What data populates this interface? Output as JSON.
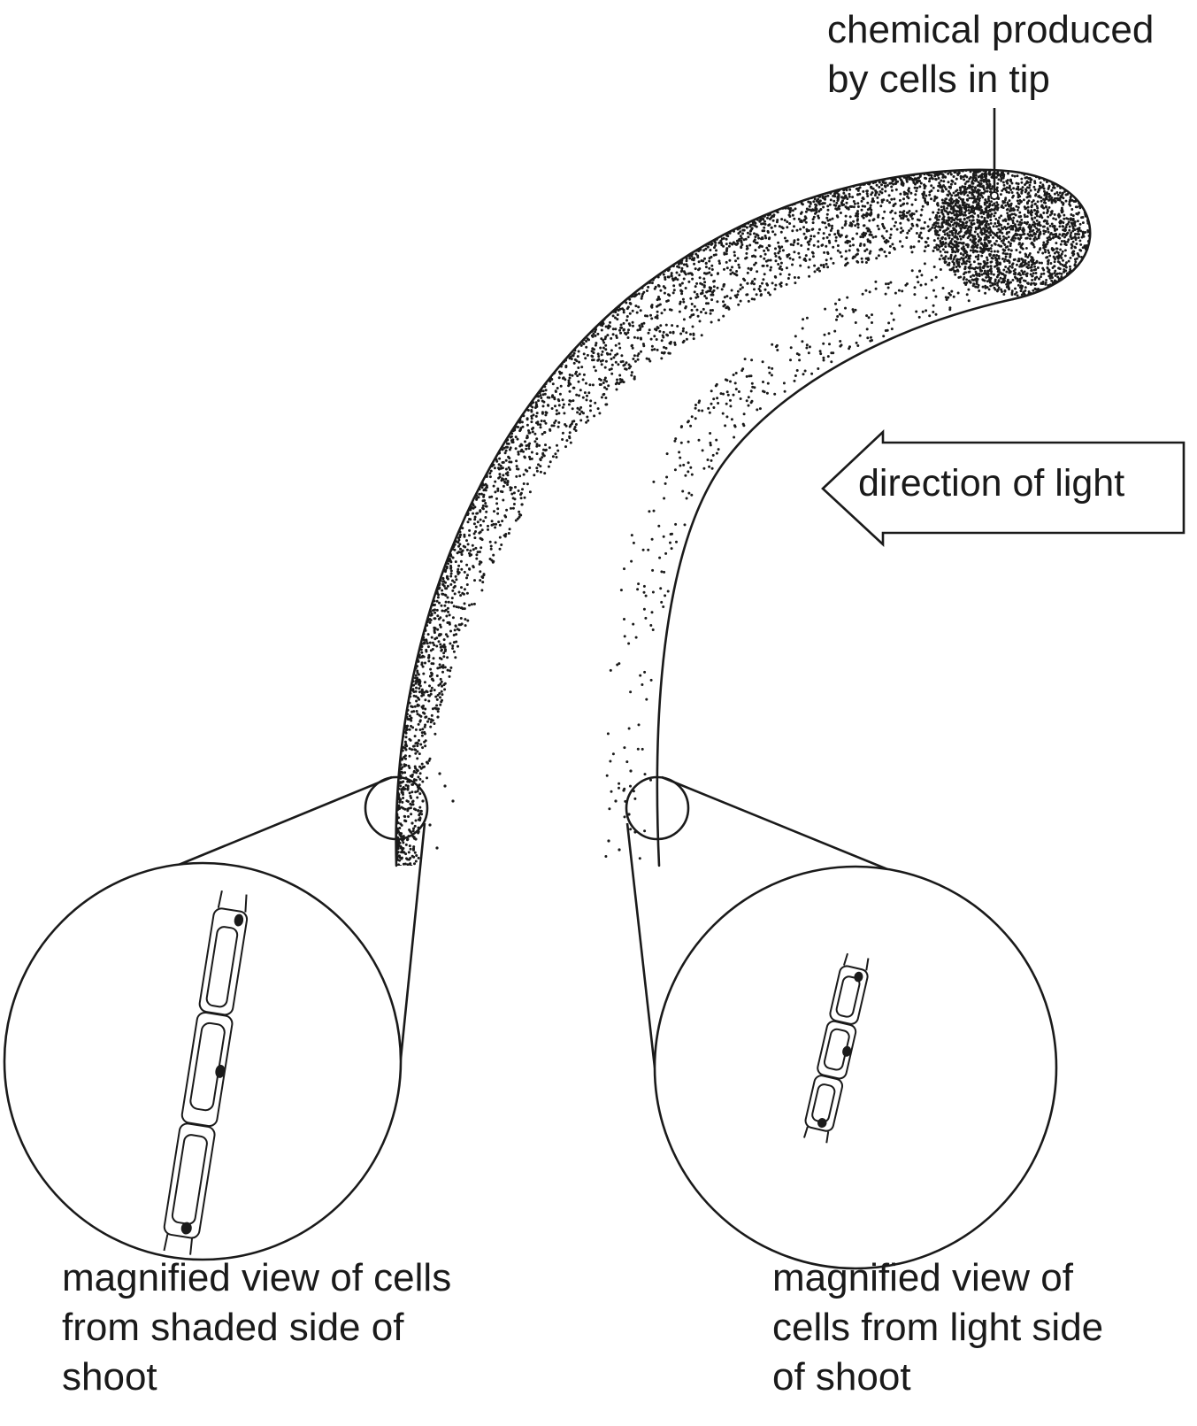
{
  "labels": {
    "tip_line1": "chemical produced",
    "tip_line2": "by cells in tip",
    "light_direction": "direction of light",
    "shaded_line1": "magnified view of cells",
    "shaded_line2": "from shaded side of",
    "shaded_line3": "shoot",
    "light_line1": "magnified view of",
    "light_line2": "cells from light side",
    "light_line3": "of shoot"
  },
  "colors": {
    "ink": "#1a1a1a",
    "background": "#ffffff"
  }
}
